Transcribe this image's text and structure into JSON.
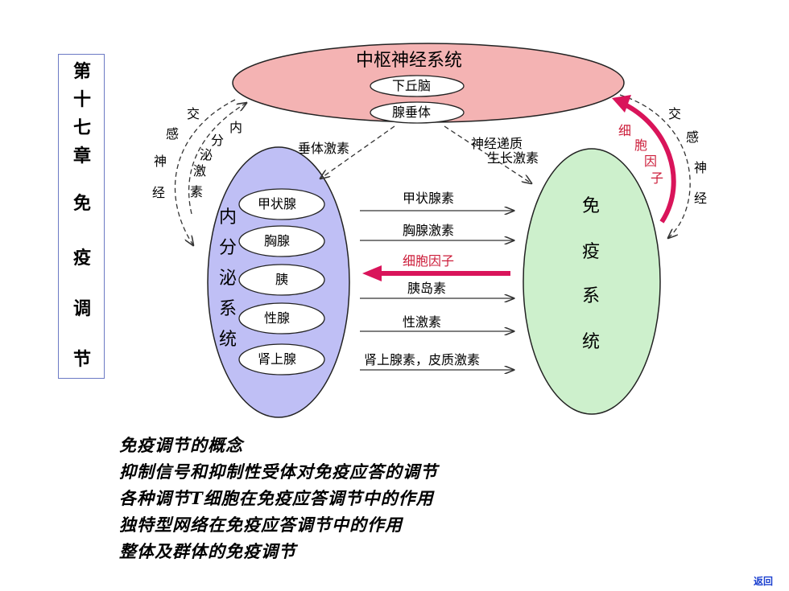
{
  "side_title": [
    "第",
    "十",
    "七",
    "章",
    "免",
    "疫",
    "调",
    "节"
  ],
  "diagram": {
    "cns_title": "中枢神经系统",
    "hypothalamus": "下丘脑",
    "pituitary": "腺垂体",
    "endocrine_title": [
      "内",
      "分",
      "泌",
      "系",
      "统"
    ],
    "immune_title": [
      "免",
      "疫",
      "系",
      "统"
    ],
    "glands": [
      "甲状腺",
      "胸腺",
      "胰",
      "性腺",
      "肾上腺"
    ],
    "hormones": [
      "甲状腺素",
      "胸腺激素",
      "细胞因子",
      "胰岛素",
      "性激素",
      "肾上腺素，皮质激素"
    ],
    "pituitary_hormone": "垂体激素",
    "neurotransmitter": "神经递质",
    "growth_hormone": "生长激素",
    "left_outer": [
      "交",
      "感",
      "神",
      "经"
    ],
    "left_inner": [
      "内",
      "分",
      "泌",
      "激",
      "素"
    ],
    "right_outer": [
      "交",
      "感",
      "神",
      "经"
    ],
    "right_inner": [
      "细",
      "胞",
      "因",
      "子"
    ]
  },
  "notes": [
    "免疫调节的概念",
    "抑制信号和抑制性受体对免疫应答的调节",
    "各种调节T细胞在免疫应答调节中的作用",
    "独特型网络在免疫应答调节中的作用",
    "整体及群体的免疫调节"
  ],
  "back_link": "返回",
  "colors": {
    "cns": "#f4b3b3",
    "endocrine": "#bfbff5",
    "immune": "#cdf0cc",
    "red_arrow": "#d9145a",
    "box_border": "#6b79c4"
  }
}
